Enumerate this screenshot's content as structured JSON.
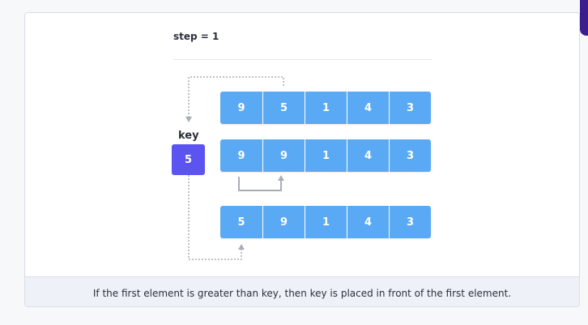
{
  "step_label": "step = 1",
  "key": {
    "label": "key",
    "value": "5"
  },
  "rows": [
    [
      "9",
      "5",
      "1",
      "4",
      "3"
    ],
    [
      "9",
      "9",
      "1",
      "4",
      "3"
    ],
    [
      "5",
      "9",
      "1",
      "4",
      "3"
    ]
  ],
  "caption": "If the first element is greater than key, then key is placed in front of the first element.",
  "colors": {
    "cell": "#5aa9f5",
    "key_box": "#5b54f0",
    "arrow": "#a9adb5"
  }
}
